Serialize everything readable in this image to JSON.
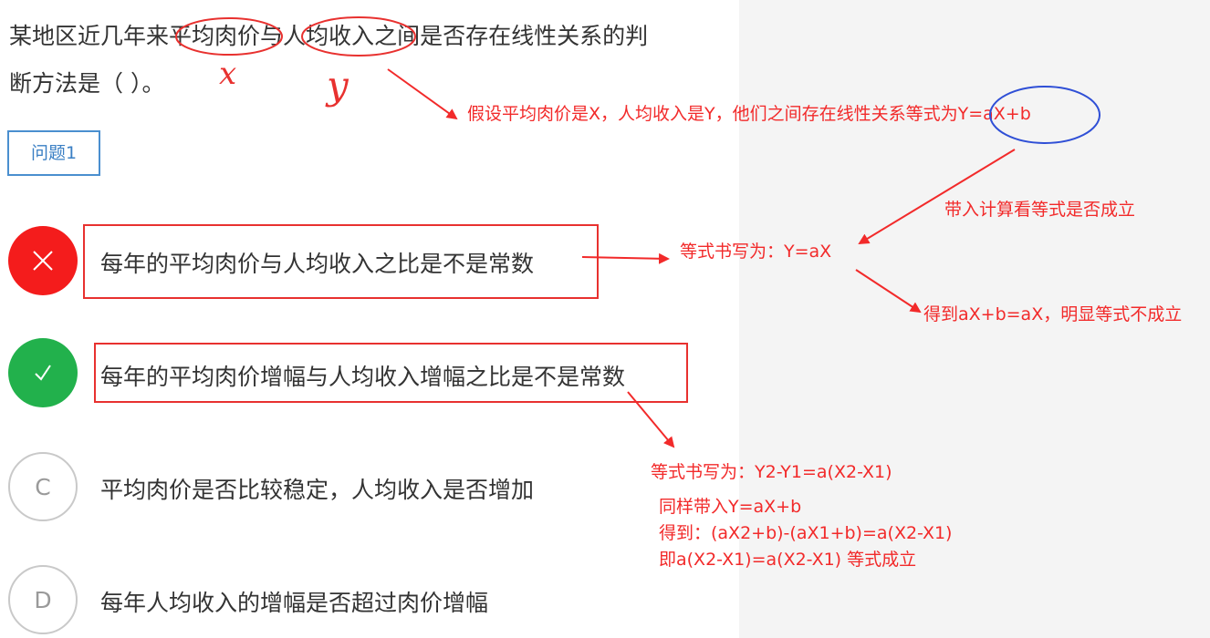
{
  "question": {
    "line1_prefix": "某地区近几年来",
    "highlight_x": "平均肉价",
    "mid": "与",
    "highlight_y": "人均收入",
    "line1_suffix": "之间是否存在线性关系的判",
    "line2": "断方法是（ ）。",
    "hand_x": "x",
    "hand_y": "y"
  },
  "tab": {
    "label": "问题1"
  },
  "options": [
    {
      "letter": "✕",
      "text": "每年的平均肉价与人均收入之比是不是常数",
      "state": "wrong"
    },
    {
      "letter": "✓",
      "text": "每年的平均肉价增幅与人均收入增幅之比是不是常数",
      "state": "correct"
    },
    {
      "letter": "C",
      "text": "平均肉价是否比较稳定，人均收入是否增加",
      "state": "none"
    },
    {
      "letter": "D",
      "text": "每年人均收入的增幅是否超过肉价增幅",
      "state": "none"
    }
  ],
  "annotations": {
    "assume": "假设平均肉价是X，人均收入是Y，他们之间存在线性关系等式为Y=aX+b",
    "substitute": "带入计算看等式是否成立",
    "eq_a": "等式书写为：Y=aX",
    "result_a": "得到aX+b=aX，明显等式不成立",
    "eq_b": "等式书写为：Y2-Y1=a(X2-X1)",
    "same_sub": "同样带入Y=aX+b",
    "got": "得到：(aX2+b)-(aX1+b)=a(X2-X1)",
    "therefore": "即a(X2-X1)=a(X2-X1)  等式成立"
  },
  "colors": {
    "wrong": "#f41c1c",
    "correct": "#22b14c",
    "annotation": "#f22a2a",
    "tab_border": "#4a8fcf",
    "circle_blue": "#2f4fd6"
  }
}
